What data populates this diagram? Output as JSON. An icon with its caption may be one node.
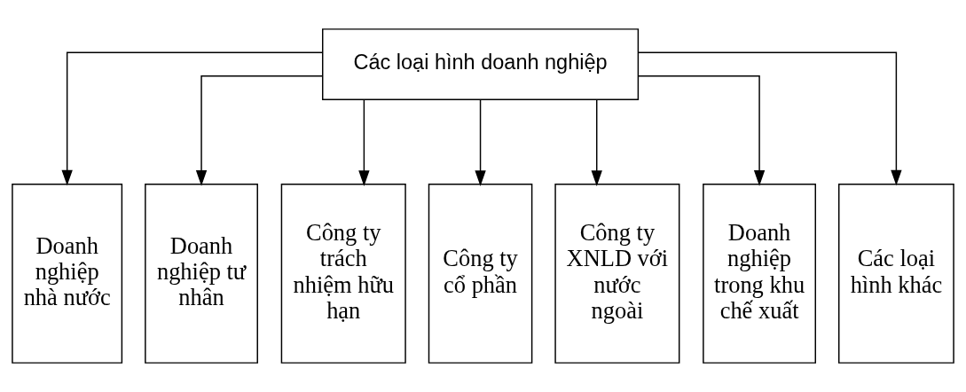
{
  "diagram": {
    "nodes": [
      {
        "text": [
          "Các loại hình doanh nghiệp"
        ]
      },
      {
        "text": [
          "Doanh nghiệp nhà nước"
        ]
      },
      {
        "text": [
          "Doanh nghiệp tư nhân"
        ]
      },
      {
        "text": [
          "Công ty trách nhiệm hữu hạn"
        ]
      },
      {
        "text": [
          "Công ty cổ phần"
        ]
      },
      {
        "text": [
          "Công ty XNLD với nước ngoài"
        ]
      },
      {
        "text": [
          "Doanh nghiệp trong khu chế xuất"
        ]
      },
      {
        "text": [
          "Các loại hình khác"
        ]
      }
    ],
    "edges": [
      {
        "from": 0,
        "to": 1,
        "arrow": "to"
      },
      {
        "from": 0,
        "to": 2,
        "arrow": "to"
      },
      {
        "from": 0,
        "to": 3,
        "arrow": "to"
      },
      {
        "from": 0,
        "to": 4,
        "arrow": "to"
      },
      {
        "from": 0,
        "to": 5,
        "arrow": "to"
      },
      {
        "from": 0,
        "to": 6,
        "arrow": "to"
      },
      {
        "from": 0,
        "to": 7,
        "arrow": "to"
      }
    ]
  }
}
